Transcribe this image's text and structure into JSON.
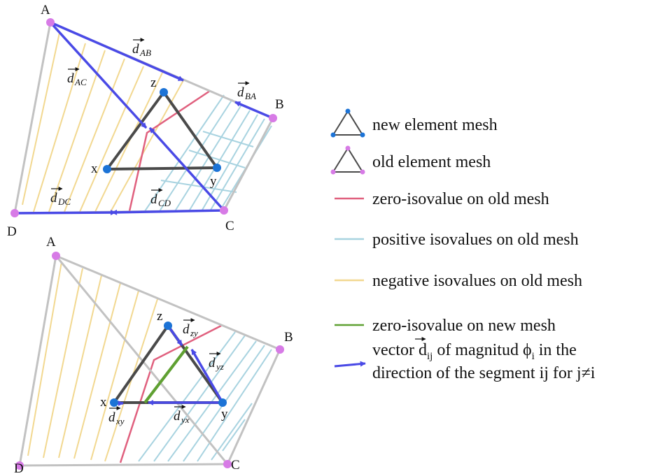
{
  "colors": {
    "old_mesh": "#c2c2c2",
    "new_mesh": "#4a4a4a",
    "old_node": "#d77be6",
    "new_node": "#1c73d6",
    "vector": "#4a4ae6",
    "zero_old": "#e0607e",
    "positive": "#a8d3e0",
    "negative": "#f2d890",
    "zero_new": "#5fa032"
  },
  "top": {
    "nodes": {
      "A": "A",
      "B": "B",
      "C": "C",
      "D": "D",
      "x": "x",
      "y": "y",
      "z": "z"
    },
    "vectors": {
      "dAB": {
        "d": "d",
        "sub": "AB"
      },
      "dAC": {
        "d": "d",
        "sub": "AC"
      },
      "dBA": {
        "d": "d",
        "sub": "BA"
      },
      "dDC": {
        "d": "d",
        "sub": "DC"
      },
      "dCD": {
        "d": "d",
        "sub": "CD"
      }
    }
  },
  "bottom": {
    "nodes": {
      "A": "A",
      "B": "B",
      "C": "C",
      "D": "D",
      "x": "x",
      "y": "y",
      "z": "z"
    },
    "vectors": {
      "dzy": {
        "d": "d",
        "sub": "zy"
      },
      "dyz": {
        "d": "d",
        "sub": "yz"
      },
      "dxy": {
        "d": "d",
        "sub": "xy"
      },
      "dyx": {
        "d": "d",
        "sub": "yx"
      }
    }
  },
  "legend": {
    "new_element": "new element mesh",
    "old_element": "old element mesh",
    "zero_old": "zero-isovalue on old mesh",
    "positive_old": "positive isovalues on old mesh",
    "negative_old": "negative isovalues on old mesh",
    "zero_new": "zero-isovalue on new mesh",
    "vector_line1_pre": "vector d",
    "vector_line1_sub": "ij",
    "vector_line1_mid": " of magnitud ϕ",
    "vector_line1_sub2": "i",
    "vector_line1_post": " in the",
    "vector_line2": "direction of the segment ij for j≠i"
  }
}
